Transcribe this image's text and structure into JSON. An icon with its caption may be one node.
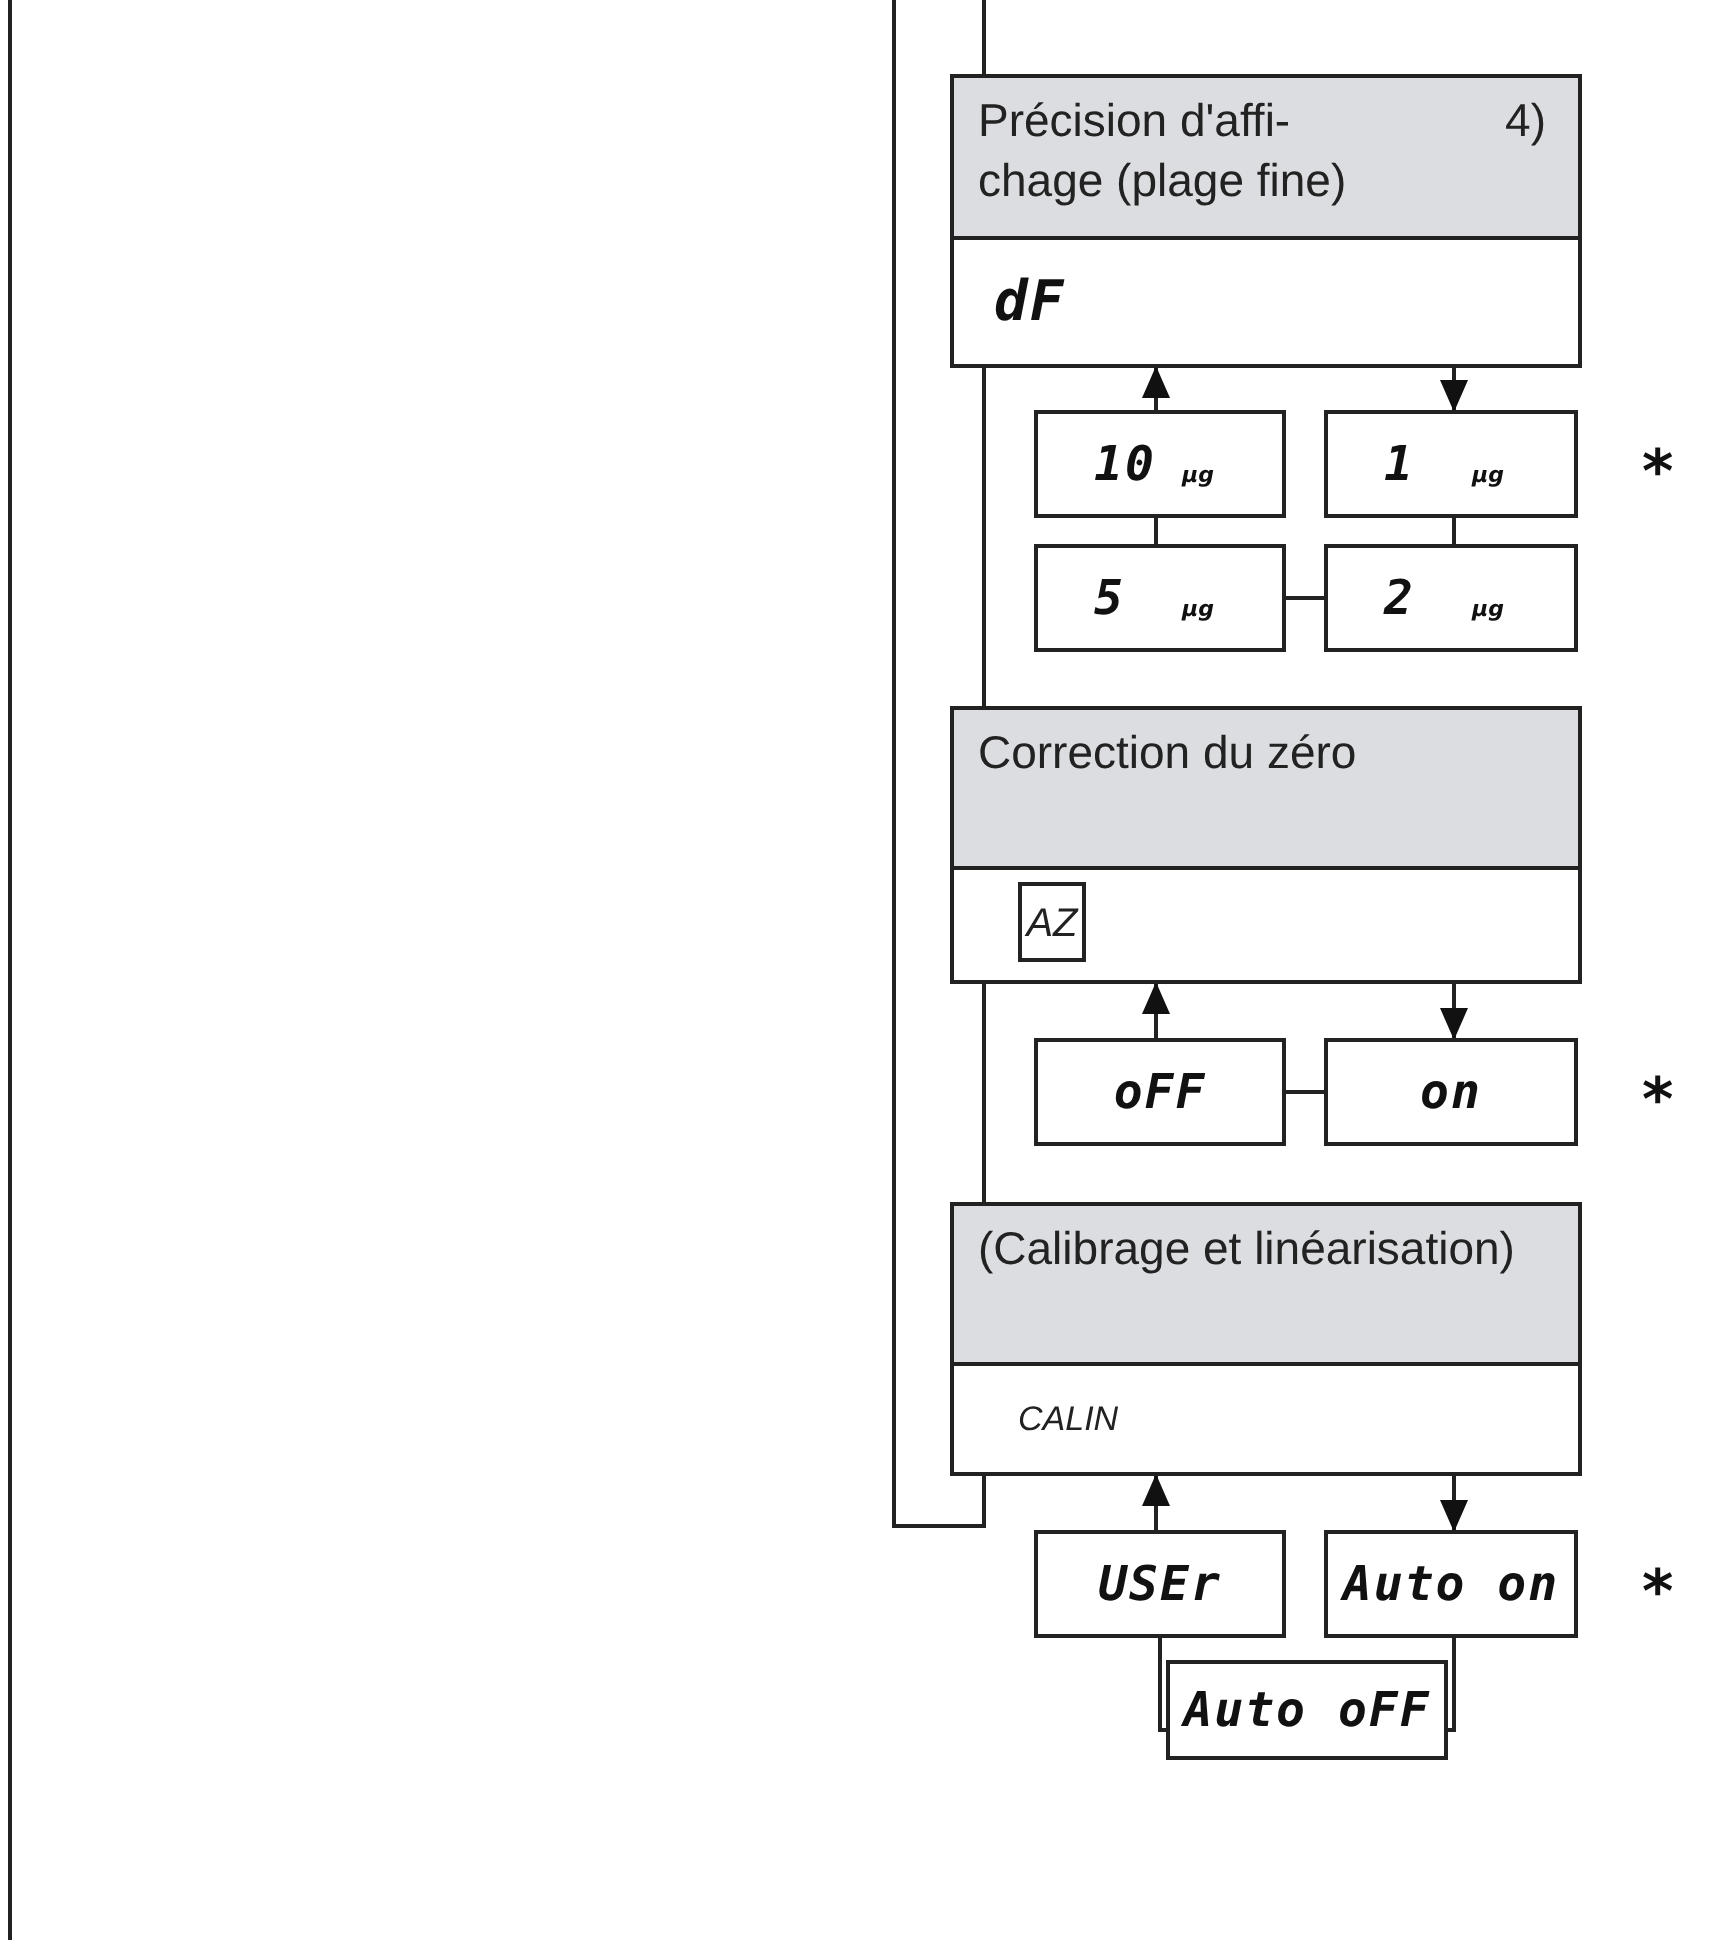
{
  "diagram": {
    "nodes": [
      {
        "text": [
          "Précision d'affi- chage (plage fine)",
          "4)",
          "dF"
        ]
      },
      {
        "text": [
          "10",
          "µg"
        ]
      },
      {
        "text": [
          "1",
          "µg"
        ],
        "beside": [
          "*"
        ]
      },
      {
        "text": [
          "5",
          "µg"
        ]
      },
      {
        "text": [
          "2",
          "µg"
        ]
      },
      {
        "text": [
          "Correction du zéro",
          "AZ"
        ]
      },
      {
        "text": [
          "oFF"
        ]
      },
      {
        "text": [
          "on"
        ],
        "beside": [
          "*"
        ]
      },
      {
        "text": [
          "(Calibrage et linéarisation)",
          "CALIN"
        ]
      },
      {
        "text": [
          "USEr"
        ]
      },
      {
        "text": [
          "Auto on"
        ],
        "beside": [
          "*"
        ]
      },
      {
        "text": [
          "Auto oFF"
        ]
      }
    ],
    "edges": [
      {
        "from": null,
        "to": 0,
        "arrow": "none"
      },
      {
        "from": 1,
        "to": 0,
        "arrow": "to"
      },
      {
        "from": 0,
        "to": 2,
        "arrow": "to"
      },
      {
        "from": 1,
        "to": 3,
        "arrow": "none"
      },
      {
        "from": 2,
        "to": 4,
        "arrow": "none"
      },
      {
        "from": 3,
        "to": 4,
        "arrow": "none"
      },
      {
        "from": 0,
        "to": 5,
        "arrow": "none"
      },
      {
        "from": 6,
        "to": 5,
        "arrow": "to"
      },
      {
        "from": 5,
        "to": 7,
        "arrow": "to"
      },
      {
        "from": 6,
        "to": 7,
        "arrow": "none"
      },
      {
        "from": 5,
        "to": 8,
        "arrow": "none"
      },
      {
        "from": 9,
        "to": 8,
        "arrow": "to"
      },
      {
        "from": 8,
        "to": 10,
        "arrow": "to"
      },
      {
        "from": 9,
        "to": 11,
        "arrow": "none"
      },
      {
        "from": 10,
        "to": 11,
        "arrow": "none"
      },
      {
        "from": 8,
        "to": null,
        "arrow": "none"
      }
    ]
  }
}
